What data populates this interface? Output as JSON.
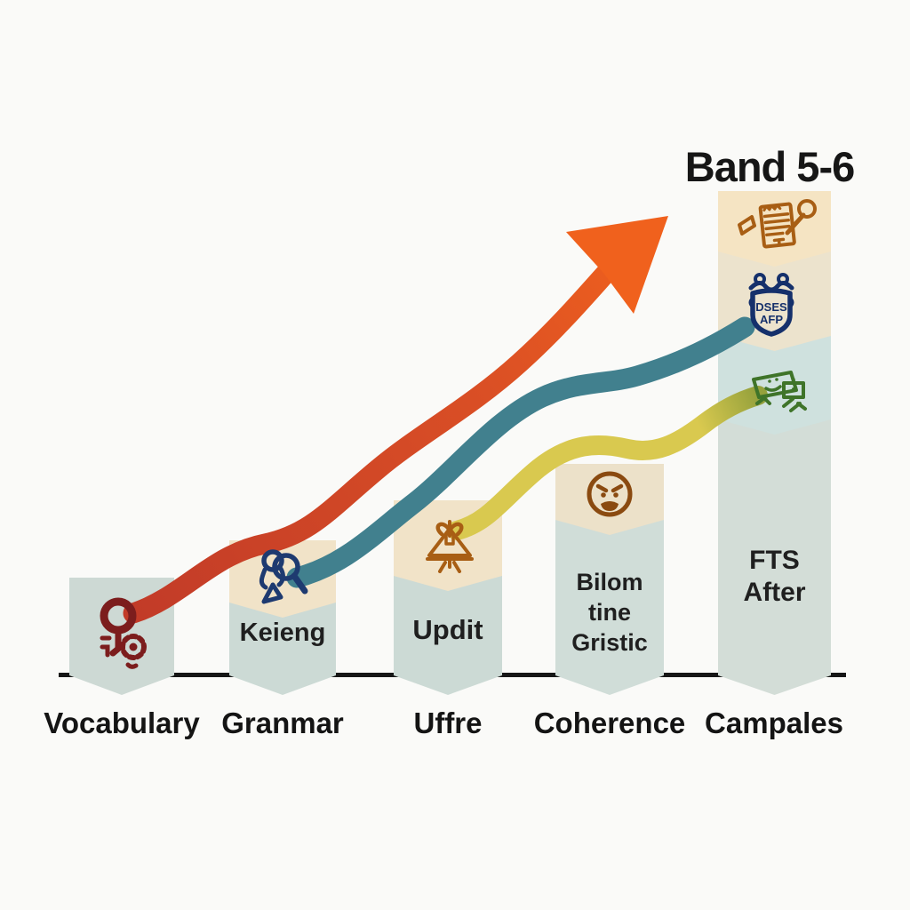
{
  "title": "Band 5-6",
  "palette": {
    "bg": "#fafaf8",
    "ink": "#161616",
    "label_ink": "#141414",
    "bar_teal1": "#cdd9d4",
    "bar_teal2": "#ccdad5",
    "bar_teal3": "#d0ddd8",
    "bar_sage": "#d3ddd7",
    "bar_blue": "#cfe1de",
    "beige": "#f1e3c8",
    "beige_warm": "#f5e4c3",
    "beige_soft": "#ece3cd",
    "beige4": "#ece1c9",
    "arrow_red": "#c23b28",
    "arrow_red_mid": "#da4f25",
    "arrow_orange": "#f0611d",
    "arrow_teal": "#41808e",
    "arrow_yellow": "#d9c94f",
    "arrow_olive": "#95a13c",
    "icon_darkred": "#7c1d1d",
    "icon_navy": "#1e3a70",
    "icon_navy_dark": "#15306b",
    "icon_rust": "#a85e14",
    "icon_brown": "#8a4a10",
    "icon_green": "#3f7429"
  },
  "bars": [
    {
      "label": "Vocabulary",
      "tag": "",
      "icon": "key-gear-icon"
    },
    {
      "label": "Granmar",
      "tag": "Keieng",
      "icon": "person-magnifier-icon"
    },
    {
      "label": "Uffre",
      "tag": "Updit",
      "icon": "easel-icon"
    },
    {
      "label": "Coherence",
      "tag": "Bilom\ntine\nGristic",
      "icon": "angry-face-icon"
    },
    {
      "label": "Campales",
      "tag": "FTS\nAfter",
      "icons": [
        "notepad-pen-icon",
        "badge-icon",
        "device-doodle-icon"
      ],
      "badge_lines": [
        "DSES",
        "AFP"
      ]
    }
  ],
  "chart_data": {
    "type": "bar",
    "title": "Band 5-6",
    "categories": [
      "Vocabulary",
      "Granmar",
      "Uffre",
      "Coherence",
      "Campales"
    ],
    "values": [
      110,
      152,
      197,
      238,
      545
    ],
    "values_unit": "bar height in screen px above baseline (no numeric axis shown)",
    "bar_inner_labels": [
      "",
      "Keieng",
      "Updit",
      "Bilom tine Gristic",
      "FTS After"
    ],
    "xlabel": "",
    "ylabel": "",
    "grid": false,
    "legend": false,
    "annotations": [
      {
        "name": "progress-arrow-red-orange",
        "from": "Vocabulary bar icon",
        "to": "arrowhead at top right above Band 5-6 column",
        "colors": [
          "#c23b28",
          "#f0611d"
        ]
      },
      {
        "name": "arrow-teal",
        "from": "Granmar bar icon",
        "to": "Campales badge icon",
        "colors": [
          "#41808e"
        ]
      },
      {
        "name": "arrow-yellow-olive",
        "from": "Uffre bar icon",
        "to": "Campales device icon",
        "colors": [
          "#d9c94f",
          "#95a13c"
        ]
      }
    ]
  }
}
